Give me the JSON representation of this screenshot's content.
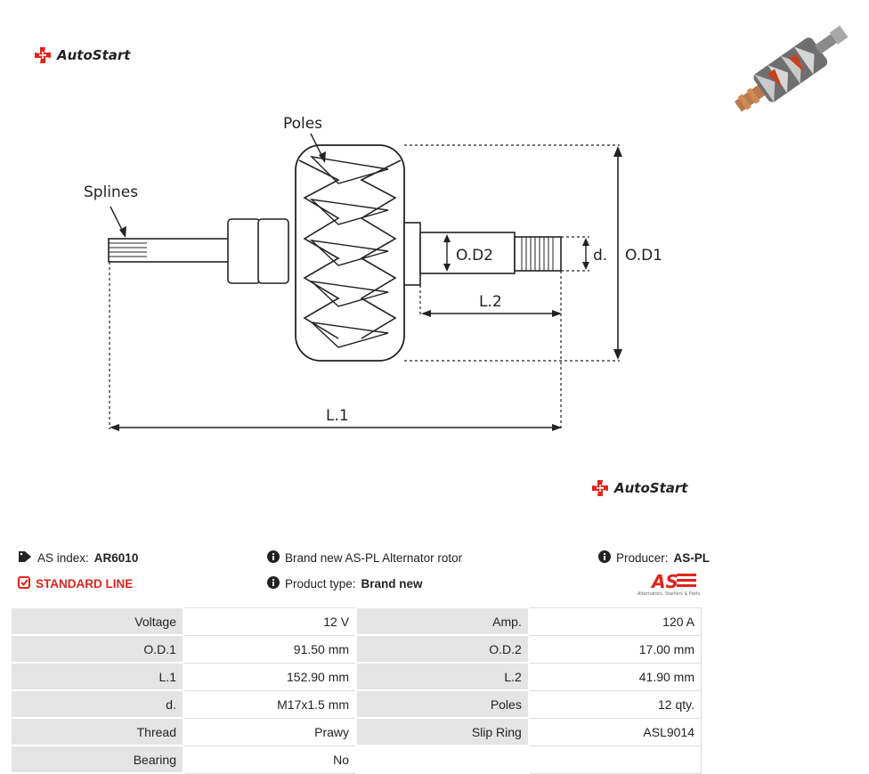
{
  "brand": {
    "name": "AutoStart",
    "color": "#e0241c"
  },
  "diagram": {
    "labels": {
      "poles": "Poles",
      "splines": "Splines",
      "od2": "O.D2",
      "d": "d.",
      "od1": "O.D1",
      "l2": "L.2",
      "l1": "L.1"
    }
  },
  "info": {
    "as_index_label": "AS index:",
    "as_index_value": "AR6010",
    "description": "Brand new AS-PL Alternator rotor",
    "producer_label": "Producer:",
    "producer_value": "AS-PL",
    "line": "STANDARD LINE",
    "product_type_label": "Product type:",
    "product_type_value": "Brand new",
    "as_logo_text": "AS",
    "as_logo_sub": "Alternators, Starters & Parts"
  },
  "specs": [
    {
      "k1": "Voltage",
      "v1": "12 V",
      "k2": "Amp.",
      "v2": "120 A"
    },
    {
      "k1": "O.D.1",
      "v1": "91.50 mm",
      "k2": "O.D.2",
      "v2": "17.00 mm"
    },
    {
      "k1": "L.1",
      "v1": "152.90 mm",
      "k2": "L.2",
      "v2": "41.90 mm"
    },
    {
      "k1": "d.",
      "v1": "M17x1.5 mm",
      "k2": "Poles",
      "v2": "12 qty."
    },
    {
      "k1": "Thread",
      "v1": "Prawy",
      "k2": "Slip Ring",
      "v2": "ASL9014"
    },
    {
      "k1": "Bearing",
      "v1": "No",
      "k2": "",
      "v2": ""
    }
  ]
}
